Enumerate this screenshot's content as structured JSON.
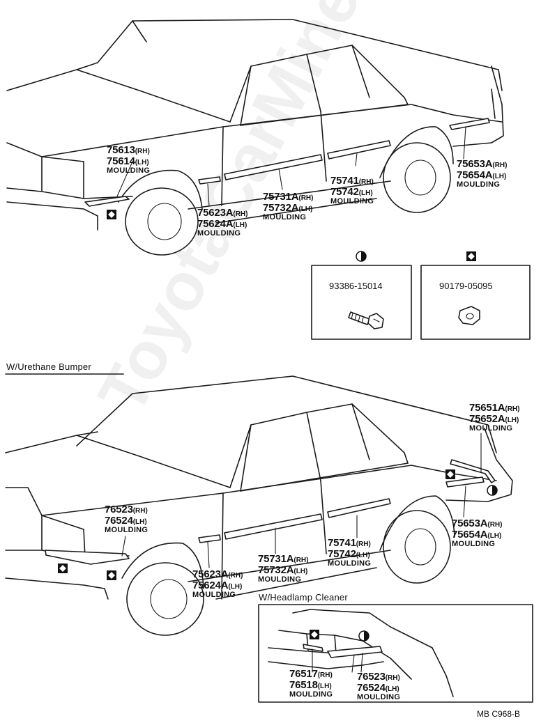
{
  "watermark": "ToyotaCarMine.ru",
  "top": {
    "labels": [
      {
        "id": "a",
        "pn1": "75613",
        "s1": "(RH)",
        "pn2": "75614",
        "s2": "(LH)",
        "name": "MOULDING"
      },
      {
        "id": "b",
        "pn1": "75623A",
        "s1": "(RH)",
        "pn2": "75624A",
        "s2": "(LH)",
        "name": "MOULDING"
      },
      {
        "id": "c",
        "pn1": "75731A",
        "s1": "(RH)",
        "pn2": "75732A",
        "s2": "(LH)",
        "name": "MOULDING"
      },
      {
        "id": "d",
        "pn1": "75741",
        "s1": "(RH)",
        "pn2": "75742",
        "s2": "(LH)",
        "name": "MOULDING"
      },
      {
        "id": "e",
        "pn1": "75653A",
        "s1": "(RH)",
        "pn2": "75654A",
        "s2": "(LH)",
        "name": "MOULDING"
      }
    ]
  },
  "parts": {
    "screw": "93386-15014",
    "clip": "90179-05095"
  },
  "section_urethane": "W/Urethane Bumper",
  "bottom": {
    "labels": [
      {
        "id": "f",
        "pn1": "75651A",
        "s1": "(RH)",
        "pn2": "75652A",
        "s2": "(LH)",
        "name": "MOULDING"
      },
      {
        "id": "g",
        "pn1": "76523",
        "s1": "(RH)",
        "pn2": "76524",
        "s2": "(LH)",
        "name": "MOULDING"
      },
      {
        "id": "h",
        "pn1": "75653A",
        "s1": "(RH)",
        "pn2": "75654A",
        "s2": "(LH)",
        "name": "MOULDING"
      },
      {
        "id": "i",
        "pn1": "75741",
        "s1": "(RH)",
        "pn2": "75742",
        "s2": "(LH)",
        "name": "MOULDING"
      },
      {
        "id": "j",
        "pn1": "75731A",
        "s1": "(RH)",
        "pn2": "75732A",
        "s2": "(LH)",
        "name": "MOULDING"
      },
      {
        "id": "k",
        "pn1": "75623A",
        "s1": "(RH)",
        "pn2": "75624A",
        "s2": "(LH)",
        "name": "MOULDING"
      }
    ]
  },
  "section_headlamp": "W/Headlamp Cleaner",
  "inset": {
    "labels": [
      {
        "id": "l",
        "pn1": "76517",
        "s1": "(RH)",
        "pn2": "76518",
        "s2": "(LH)",
        "name": "MOULDING"
      },
      {
        "id": "m",
        "pn1": "76523",
        "s1": "(RH)",
        "pn2": "76524",
        "s2": "(LH)",
        "name": "MOULDING"
      }
    ]
  },
  "figure_code": "MB  C968-B"
}
